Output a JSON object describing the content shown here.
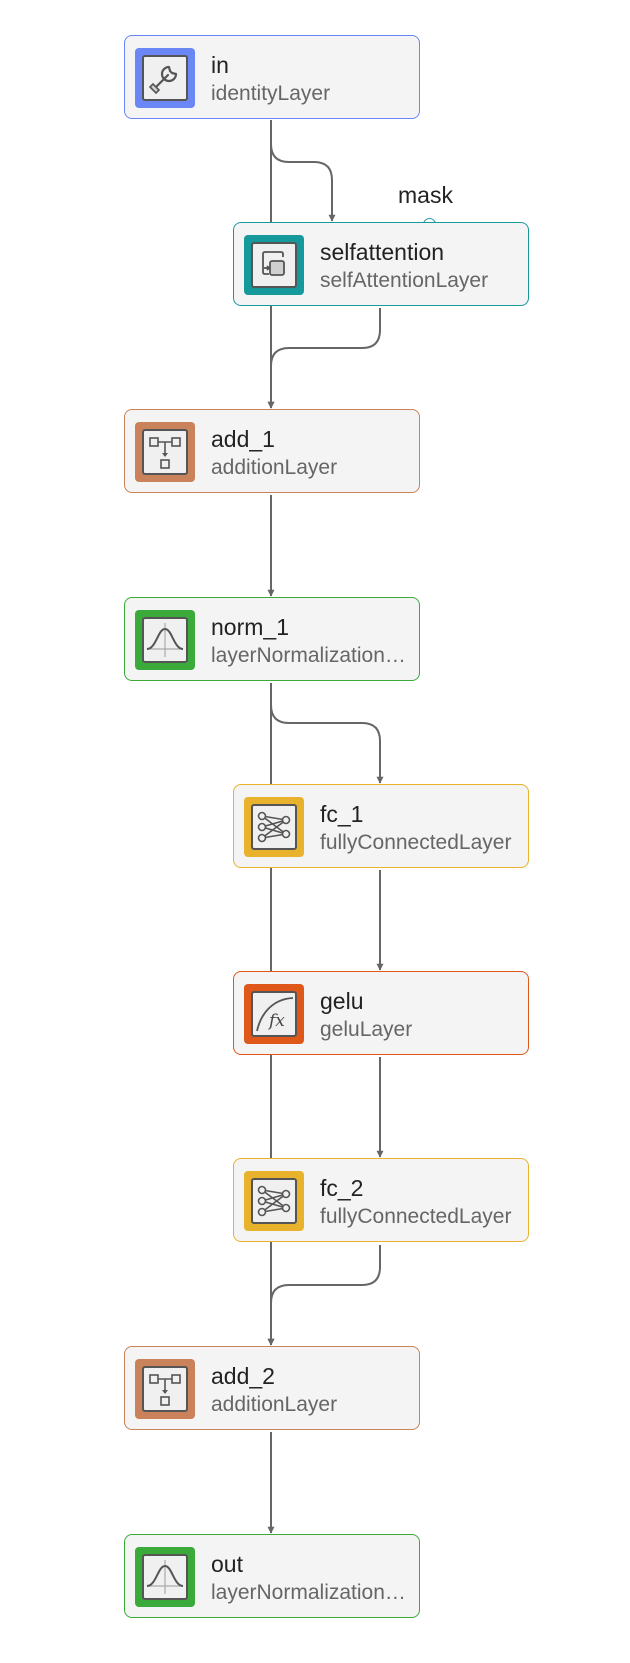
{
  "nodes": {
    "in": {
      "name": "in",
      "type": "identityLayer",
      "color": "#6b86f5",
      "icon": "wrench-icon"
    },
    "selfattention": {
      "name": "selfattention",
      "type": "selfAttentionLayer",
      "color": "#15999b",
      "icon": "attention-icon"
    },
    "add_1": {
      "name": "add_1",
      "type": "additionLayer",
      "color": "#c9825a",
      "icon": "addition-icon"
    },
    "norm_1": {
      "name": "norm_1",
      "type": "layerNormalizationLayer",
      "color": "#3aab3a",
      "icon": "normalization-icon"
    },
    "fc_1": {
      "name": "fc_1",
      "type": "fullyConnectedLayer",
      "color": "#e8b22c",
      "icon": "fully-connected-icon"
    },
    "gelu": {
      "name": "gelu",
      "type": "geluLayer",
      "color": "#e0571a",
      "icon": "function-icon"
    },
    "fc_2": {
      "name": "fc_2",
      "type": "fullyConnectedLayer",
      "color": "#e8b22c",
      "icon": "fully-connected-icon"
    },
    "add_2": {
      "name": "add_2",
      "type": "additionLayer",
      "color": "#c9825a",
      "icon": "addition-icon"
    },
    "out": {
      "name": "out",
      "type": "layerNormalizationLayer",
      "color": "#3aab3a",
      "icon": "normalization-icon"
    }
  },
  "ports": {
    "mask_label": "mask"
  },
  "edges": [
    [
      "in",
      "selfattention"
    ],
    [
      "in",
      "add_1"
    ],
    [
      "selfattention",
      "add_1"
    ],
    [
      "add_1",
      "norm_1"
    ],
    [
      "norm_1",
      "fc_1"
    ],
    [
      "norm_1",
      "add_2"
    ],
    [
      "fc_1",
      "gelu"
    ],
    [
      "gelu",
      "fc_2"
    ],
    [
      "fc_2",
      "add_2"
    ],
    [
      "add_2",
      "out"
    ]
  ],
  "colors": {
    "edge": "#666666",
    "node_background": "#f4f4f4"
  }
}
